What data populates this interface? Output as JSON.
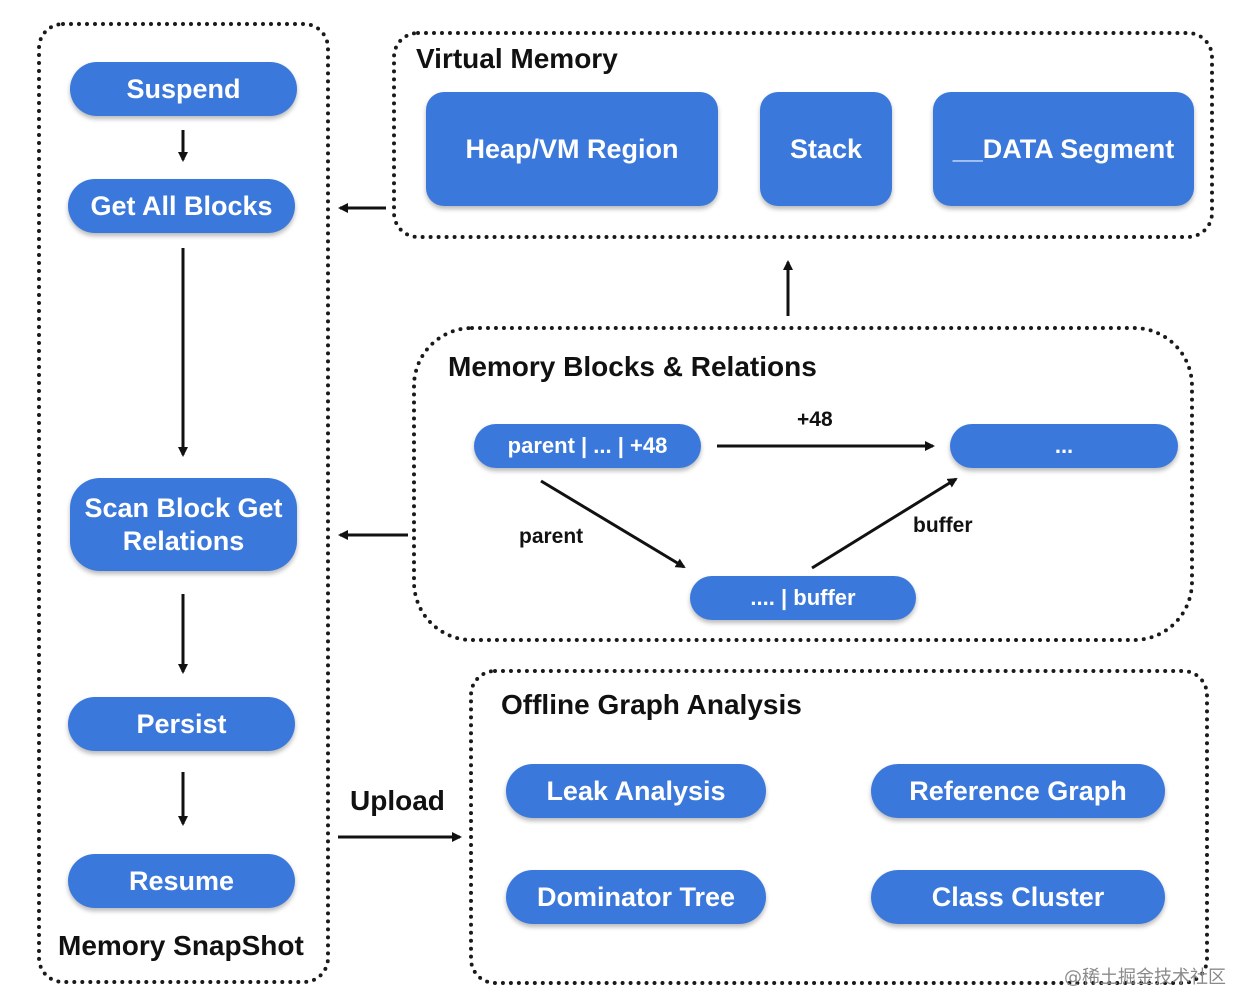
{
  "colors": {
    "pill": "#3b78db",
    "text": "#111111",
    "border": "#1a1a1a"
  },
  "snapshot": {
    "title": "Memory SnapShot",
    "steps": [
      "Suspend",
      "Get All Blocks",
      "Scan Block Get Relations",
      "Persist",
      "Resume"
    ]
  },
  "virtual_memory": {
    "title": "Virtual Memory",
    "items": [
      "Heap/VM Region",
      "Stack",
      "__DATA Segment"
    ]
  },
  "blocks": {
    "title": "Memory Blocks & Relations",
    "nodes": {
      "parent_block": "parent | ... | +48",
      "target_block": "...",
      "buffer_block": ".... | buffer"
    },
    "edges": {
      "offset": "+48",
      "parent": "parent",
      "buffer": "buffer"
    }
  },
  "upload": {
    "label": "Upload"
  },
  "offline": {
    "title": "Offline Graph Analysis",
    "items": [
      "Leak Analysis",
      "Reference Graph",
      "Dominator Tree",
      "Class Cluster"
    ]
  },
  "watermark": "@稀土掘金技术社区"
}
